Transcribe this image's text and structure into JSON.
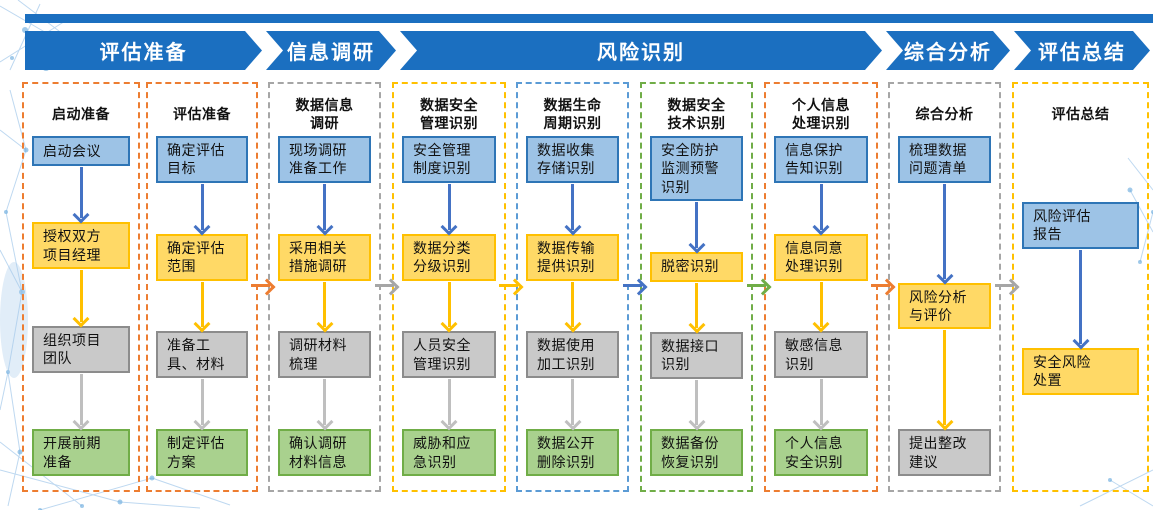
{
  "banner": {
    "bar_color": "#1B6FC0",
    "segment_color": "#1B6FC0",
    "text_color": "#FFFFFF",
    "segments": [
      {
        "label": "评估准备"
      },
      {
        "label": "信息调研"
      },
      {
        "label": "风险识别"
      },
      {
        "label": "综合分析"
      },
      {
        "label": "评估总结"
      }
    ]
  },
  "box_styles": {
    "blue": {
      "fill": "#9DC3E6",
      "border": "#2E75B6",
      "arrow": "#4472C4"
    },
    "yellow": {
      "fill": "#FFD966",
      "border": "#FFC000",
      "arrow": "#FFC000"
    },
    "gray": {
      "fill": "#C9C9C9",
      "border": "#8C8C8C",
      "arrow": "#BFBFBF"
    },
    "green": {
      "fill": "#A9D18E",
      "border": "#70AD47",
      "arrow": "#9CC97C"
    }
  },
  "columns": [
    {
      "title": "启动准备",
      "border_color": "#ED7D31",
      "boxes": [
        {
          "label": "启动会议",
          "type": "blue"
        },
        {
          "label": "授权双方项目经理",
          "type": "yellow"
        },
        {
          "label": "组织项目团队",
          "type": "gray"
        },
        {
          "label": "开展前期准备",
          "type": "green"
        }
      ]
    },
    {
      "title": "评估准备",
      "border_color": "#ED7D31",
      "boxes": [
        {
          "label": "确定评估目标",
          "type": "blue"
        },
        {
          "label": "确定评估范围",
          "type": "yellow"
        },
        {
          "label": "准备工具、材料",
          "type": "gray"
        },
        {
          "label": "制定评估方案",
          "type": "green"
        }
      ]
    },
    {
      "title": "数据信息调研",
      "border_color": "#A6A6A6",
      "boxes": [
        {
          "label": "现场调研准备工作",
          "type": "blue"
        },
        {
          "label": "采用相关措施调研",
          "type": "yellow"
        },
        {
          "label": "调研材料梳理",
          "type": "gray"
        },
        {
          "label": "确认调研材料信息",
          "type": "green"
        }
      ]
    },
    {
      "title": "数据安全管理识别",
      "border_color": "#FFC000",
      "boxes": [
        {
          "label": "安全管理制度识别",
          "type": "blue"
        },
        {
          "label": "数据分类分级识别",
          "type": "yellow"
        },
        {
          "label": "人员安全管理识别",
          "type": "gray"
        },
        {
          "label": "威胁和应急识别",
          "type": "green"
        }
      ]
    },
    {
      "title": "数据生命周期识别",
      "border_color": "#5B9BD5",
      "boxes": [
        {
          "label": "数据收集存储识别",
          "type": "blue"
        },
        {
          "label": "数据传输提供识别",
          "type": "yellow"
        },
        {
          "label": "数据使用加工识别",
          "type": "gray"
        },
        {
          "label": "数据公开删除识别",
          "type": "green"
        }
      ]
    },
    {
      "title": "数据安全技术识别",
      "border_color": "#70AD47",
      "boxes": [
        {
          "label": "安全防护监测预警识别",
          "type": "blue"
        },
        {
          "label": "脱密识别",
          "type": "yellow"
        },
        {
          "label": "数据接口识别",
          "type": "gray"
        },
        {
          "label": "数据备份恢复识别",
          "type": "green"
        }
      ]
    },
    {
      "title": "个人信息处理识别",
      "border_color": "#ED7D31",
      "boxes": [
        {
          "label": "信息保护告知识别",
          "type": "blue"
        },
        {
          "label": "信息同意处理识别",
          "type": "yellow"
        },
        {
          "label": "敏感信息识别",
          "type": "gray"
        },
        {
          "label": "个人信息安全识别",
          "type": "green"
        }
      ]
    },
    {
      "title": "综合分析",
      "border_color": "#A6A6A6",
      "boxes": [
        {
          "label": "梳理数据问题清单",
          "type": "blue"
        },
        {
          "label": "风险分析与评价",
          "type": "yellow"
        },
        {
          "label": "提出整改建议",
          "type": "gray"
        }
      ]
    },
    {
      "title": "评估总结",
      "border_color": "#FFC000",
      "spread_layout": true,
      "boxes": [
        {
          "label": "风险评估报告",
          "type": "blue"
        },
        {
          "label": "安全风险处置",
          "type": "yellow"
        }
      ]
    }
  ],
  "connectors": [
    {
      "after_column": 2,
      "color": "#ED7D31"
    },
    {
      "after_column": 3,
      "color": "#A6A6A6"
    },
    {
      "after_column": 4,
      "color": "#FFC000"
    },
    {
      "after_column": 5,
      "color": "#4472C4"
    },
    {
      "after_column": 6,
      "color": "#70AD47"
    },
    {
      "after_column": 7,
      "color": "#ED7D31"
    },
    {
      "after_column": 8,
      "color": "#A6A6A6"
    }
  ],
  "decoration": {
    "plexus_line_color": "#A9CCEC",
    "plexus_node_color": "#6FAEDF"
  }
}
